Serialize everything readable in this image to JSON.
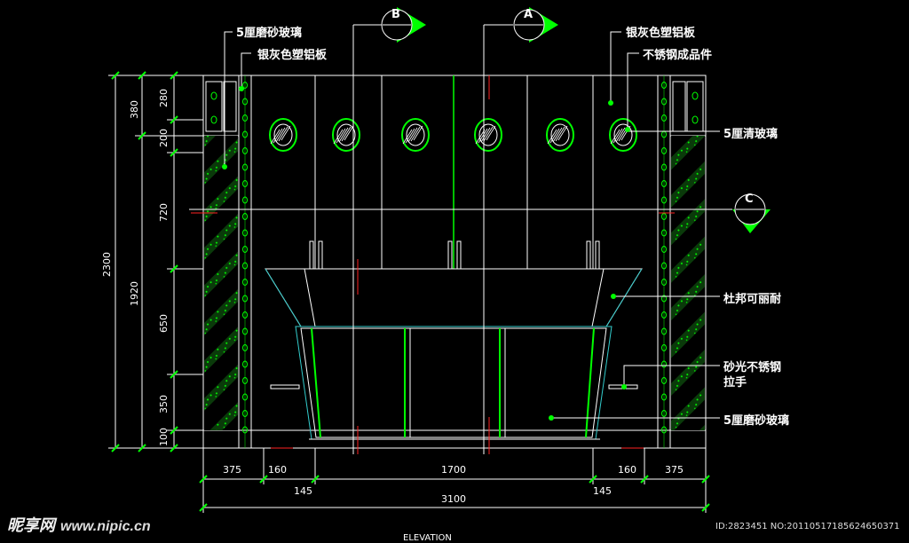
{
  "annotations": {
    "frosted_glass_top": "5厘磨砂玻璃",
    "aluminum_left": "银灰色塑铝板",
    "aluminum_right": "银灰色塑铝板",
    "stainless_part": "不锈钢成品件",
    "clear_glass": "5厘清玻璃",
    "corian": "杜邦可丽耐",
    "handle_line1": "砂光不锈钢",
    "handle_line2": "拉手",
    "frosted_glass_bottom": "5厘磨砂玻璃"
  },
  "section_markers": {
    "b": "B",
    "a": "A",
    "c": "C",
    "sub": "—"
  },
  "dimensions": {
    "horizontal": {
      "d375_left": "375",
      "d160_left": "160",
      "d1700": "1700",
      "d160_right": "160",
      "d375_right": "375",
      "d145_left": "145",
      "d145_right": "145",
      "total": "3100"
    },
    "vertical": {
      "d280": "280",
      "d200": "200",
      "d720": "720",
      "d650": "650",
      "d350": "350",
      "d100": "100",
      "d380": "380",
      "d1920": "1920",
      "total": "2300"
    }
  },
  "drawing_title": "ELEVATION",
  "watermark": {
    "brand": "昵享网",
    "url": "www.nipic.cn"
  },
  "image_id": "ID:2823451 NO:20110517185624650371",
  "colors": {
    "outline": "#ffffff",
    "green": "#00ff00",
    "cyan": "#33cccc",
    "red": "#ff2222"
  }
}
